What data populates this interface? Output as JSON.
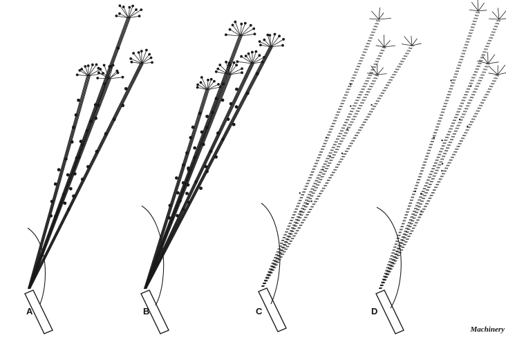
{
  "figure": {
    "panels": [
      {
        "label": "A",
        "style": "dense-clusters"
      },
      {
        "label": "B",
        "style": "dense-clusters"
      },
      {
        "label": "C",
        "style": "sparse-dotted"
      },
      {
        "label": "D",
        "style": "sparse-dotted"
      }
    ],
    "credit": "Machinery",
    "colors": {
      "ink": "#1a1a1a",
      "paper": "#ffffff"
    }
  }
}
